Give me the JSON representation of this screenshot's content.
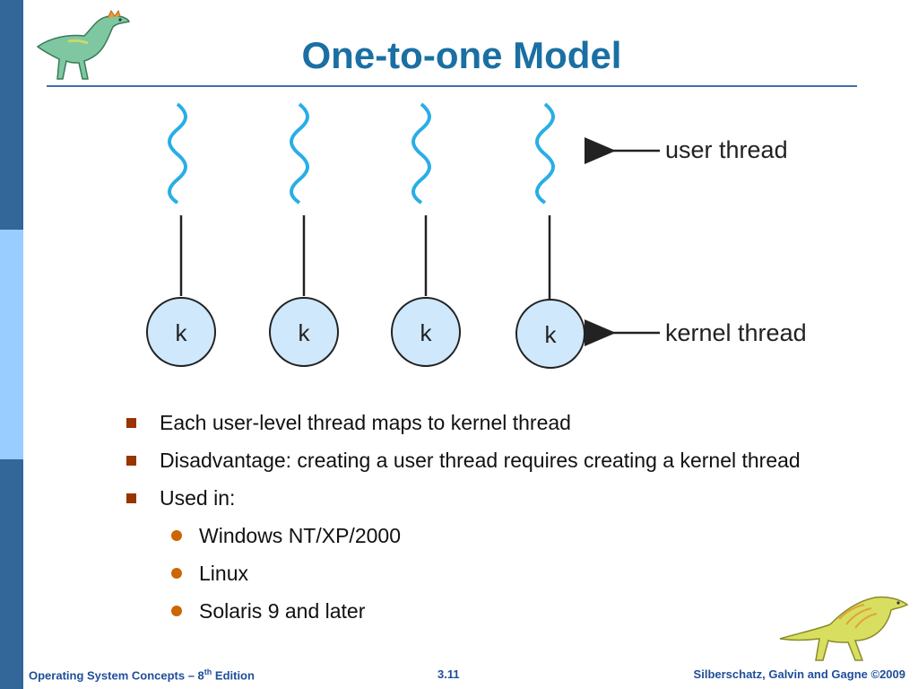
{
  "slide": {
    "title": "One-to-one Model",
    "diagram": {
      "kernel_glyph": "k",
      "user_thread_label": "user thread",
      "kernel_thread_label": "kernel thread"
    },
    "bullets": [
      "Each user-level thread maps to kernel thread",
      "Disadvantage: creating a user thread requires creating a kernel thread",
      "Used in:"
    ],
    "subbullets": [
      "Windows NT/XP/2000",
      "Linux",
      "Solaris 9 and later"
    ]
  },
  "footer": {
    "book_prefix": "Operating System Concepts – 8",
    "book_sup": "th",
    "book_suffix": " Edition",
    "page": "3.11",
    "authors": "Silberschatz, Galvin and Gagne ©2009"
  },
  "colors": {
    "sidebar_dark": "#336699",
    "sidebar_light": "#99ccff",
    "title": "#1a6fa3",
    "thread_wave": "#29aee6",
    "kernel_fill": "#cfe8fb",
    "bullet_square": "#993300",
    "bullet_dot": "#cc6600",
    "footer": "#1f4e9a"
  },
  "icons": {
    "top_logo": "dinosaur-icon",
    "bottom_logo": "dinosaur-icon",
    "bullet_level1": "square-bullet-icon",
    "bullet_level2": "round-bullet-icon"
  }
}
